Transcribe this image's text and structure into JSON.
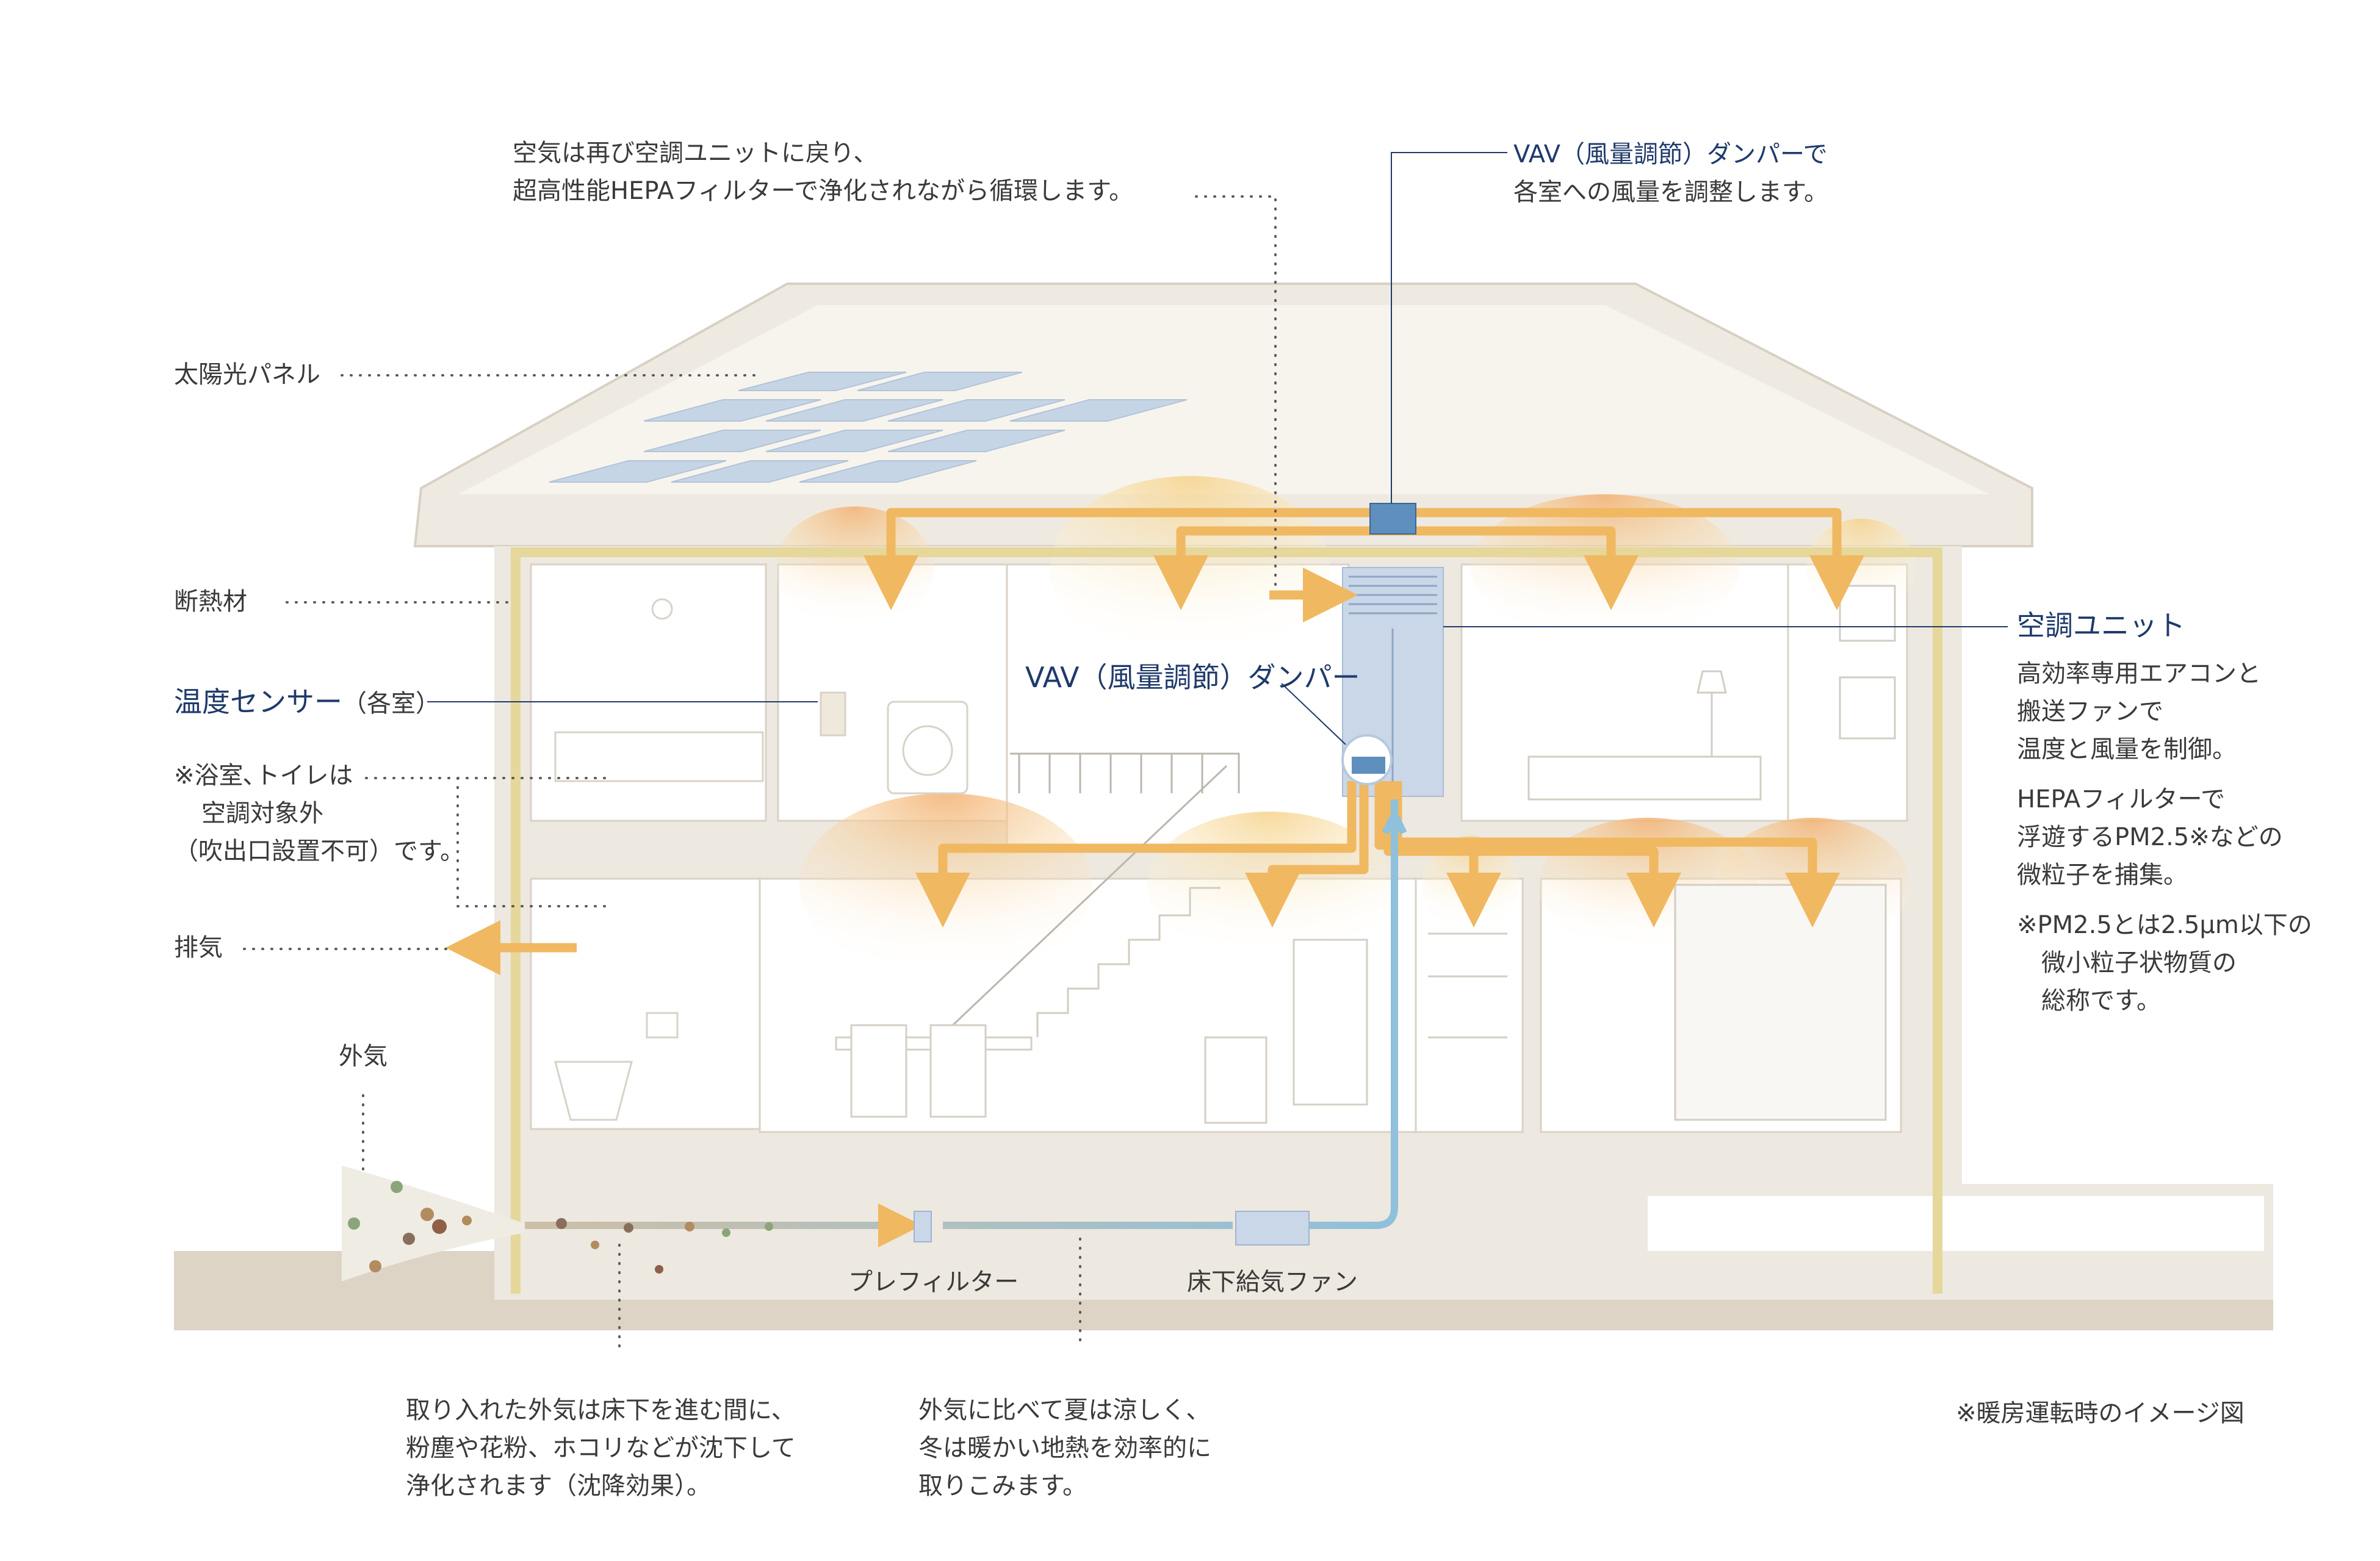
{
  "colors": {
    "accent_blue": "#1f3a6b",
    "warm_duct": "#f0b860",
    "cool_duct": "#8fc0dc",
    "wall": "#ede8e0",
    "insulation": "#e6d79a",
    "solar_panel": "#c6d5e6"
  },
  "annotations": {
    "hepa_return": [
      "空気は再び空調ユニットに戻り、",
      "超高性能HEPAフィルターで浄化されながら循環します。"
    ],
    "vav_top": {
      "title": "VAV（風量調節）ダンパーで",
      "body": "各室への風量を調整します。"
    },
    "solar": "太陽光パネル",
    "insulation": "断熱材",
    "sensor": {
      "title": "温度センサー",
      "suffix": "（各室）"
    },
    "bath_note": [
      "※浴室､トイレは",
      "空調対象外",
      "（吹出口設置不可）です。"
    ],
    "exhaust": "排気",
    "outside_air": "外気",
    "vav_inner": "VAV（風量調節）ダンパー",
    "ac_unit": {
      "title": "空調ユニット",
      "body1": [
        "高効率専用エアコンと",
        "搬送ファンで",
        "温度と風量を制御。"
      ],
      "body2": [
        "HEPAフィルターで",
        "浮遊するPM2.5※などの",
        "微粒子を捕集。"
      ],
      "body3": [
        "※PM2.5とは2.5μm以下の",
        "微小粒子状物質の",
        "総称です。"
      ]
    },
    "prefilter": "プレフィルター",
    "underfloor_fan": "床下給気ファン",
    "settle": [
      "取り入れた外気は床下を進む間に、",
      "粉塵や花粉、ホコリなどが沈下して",
      "浄化されます（沈降効果）。"
    ],
    "geothermal": [
      "外気に比べて夏は涼しく、",
      "冬は暖かい地熱を効率的に",
      "取りこみます。"
    ],
    "heating_note": "※暖房運転時のイメージ図"
  }
}
